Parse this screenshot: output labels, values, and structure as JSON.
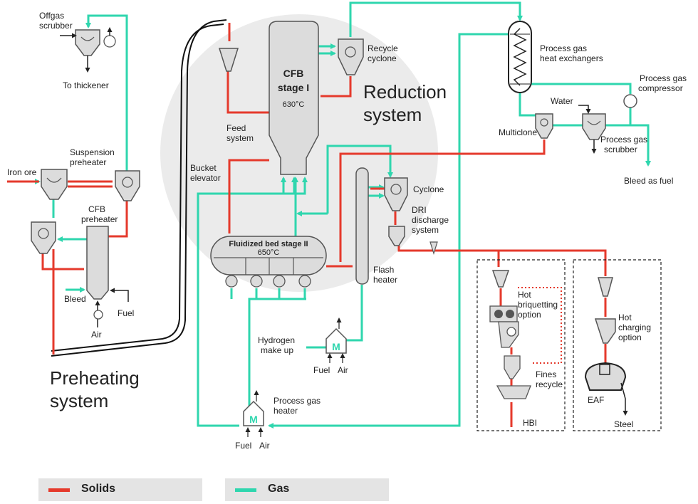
{
  "colors": {
    "solids": "#e53a2c",
    "gas": "#2fd6ae",
    "vessel_fill": "#dcdcdc",
    "vessel_stroke": "#555555",
    "zone_bg": "#ebebeb"
  },
  "labels": {
    "offgas_scrubber": [
      "Offgas",
      "scrubber"
    ],
    "to_thickener": "To thickener",
    "suspension_preheater": [
      "Suspension",
      "preheater"
    ],
    "iron_ore": "Iron ore",
    "cfb_preheater": [
      "CFB",
      "preheater"
    ],
    "bleed_left": "Bleed",
    "fuel_preheater": "Fuel",
    "air_preheater": "Air",
    "preheating_system": [
      "Preheating",
      "system"
    ],
    "bucket_elevator": [
      "Bucket",
      "elevator"
    ],
    "feed_system": [
      "Feed",
      "system"
    ],
    "cfb_stage1": [
      "CFB",
      "stage I"
    ],
    "cfb_stage1_temp": "630°C",
    "recycle_cyclone": [
      "Recycle",
      "cyclone"
    ],
    "reduction_system": [
      "Reduction",
      "system"
    ],
    "fluidized_bed": "Fluidized bed stage II",
    "fluidized_bed_temp": "650°C",
    "flash_heater": [
      "Flash",
      "heater"
    ],
    "cyclone": "Cyclone",
    "dri_discharge": [
      "DRI",
      "discharge",
      "system"
    ],
    "hydrogen_makeup": [
      "Hydrogen",
      "make up"
    ],
    "fuel_h2": "Fuel",
    "air_h2": "Air",
    "process_gas_heater": [
      "Process gas",
      "heater"
    ],
    "fuel_pgh": "Fuel",
    "air_pgh": "Air",
    "process_gas_hx": [
      "Process gas",
      "heat exchangers"
    ],
    "process_gas_compressor": [
      "Process gas",
      "compressor"
    ],
    "water": "Water",
    "multiclone": "Multiclone",
    "process_gas_scrubber": [
      "Process gas",
      "scrubber"
    ],
    "bleed_as_fuel": "Bleed as fuel",
    "hot_briquetting": [
      "Hot",
      "briquetting",
      "option"
    ],
    "fines_recycle": [
      "Fines",
      "recycle"
    ],
    "hbi": "HBI",
    "hot_charging": [
      "Hot",
      "charging",
      "option"
    ],
    "eaf": "EAF",
    "steel": "Steel"
  },
  "legend": {
    "solids": "Solids",
    "gas": "Gas"
  }
}
